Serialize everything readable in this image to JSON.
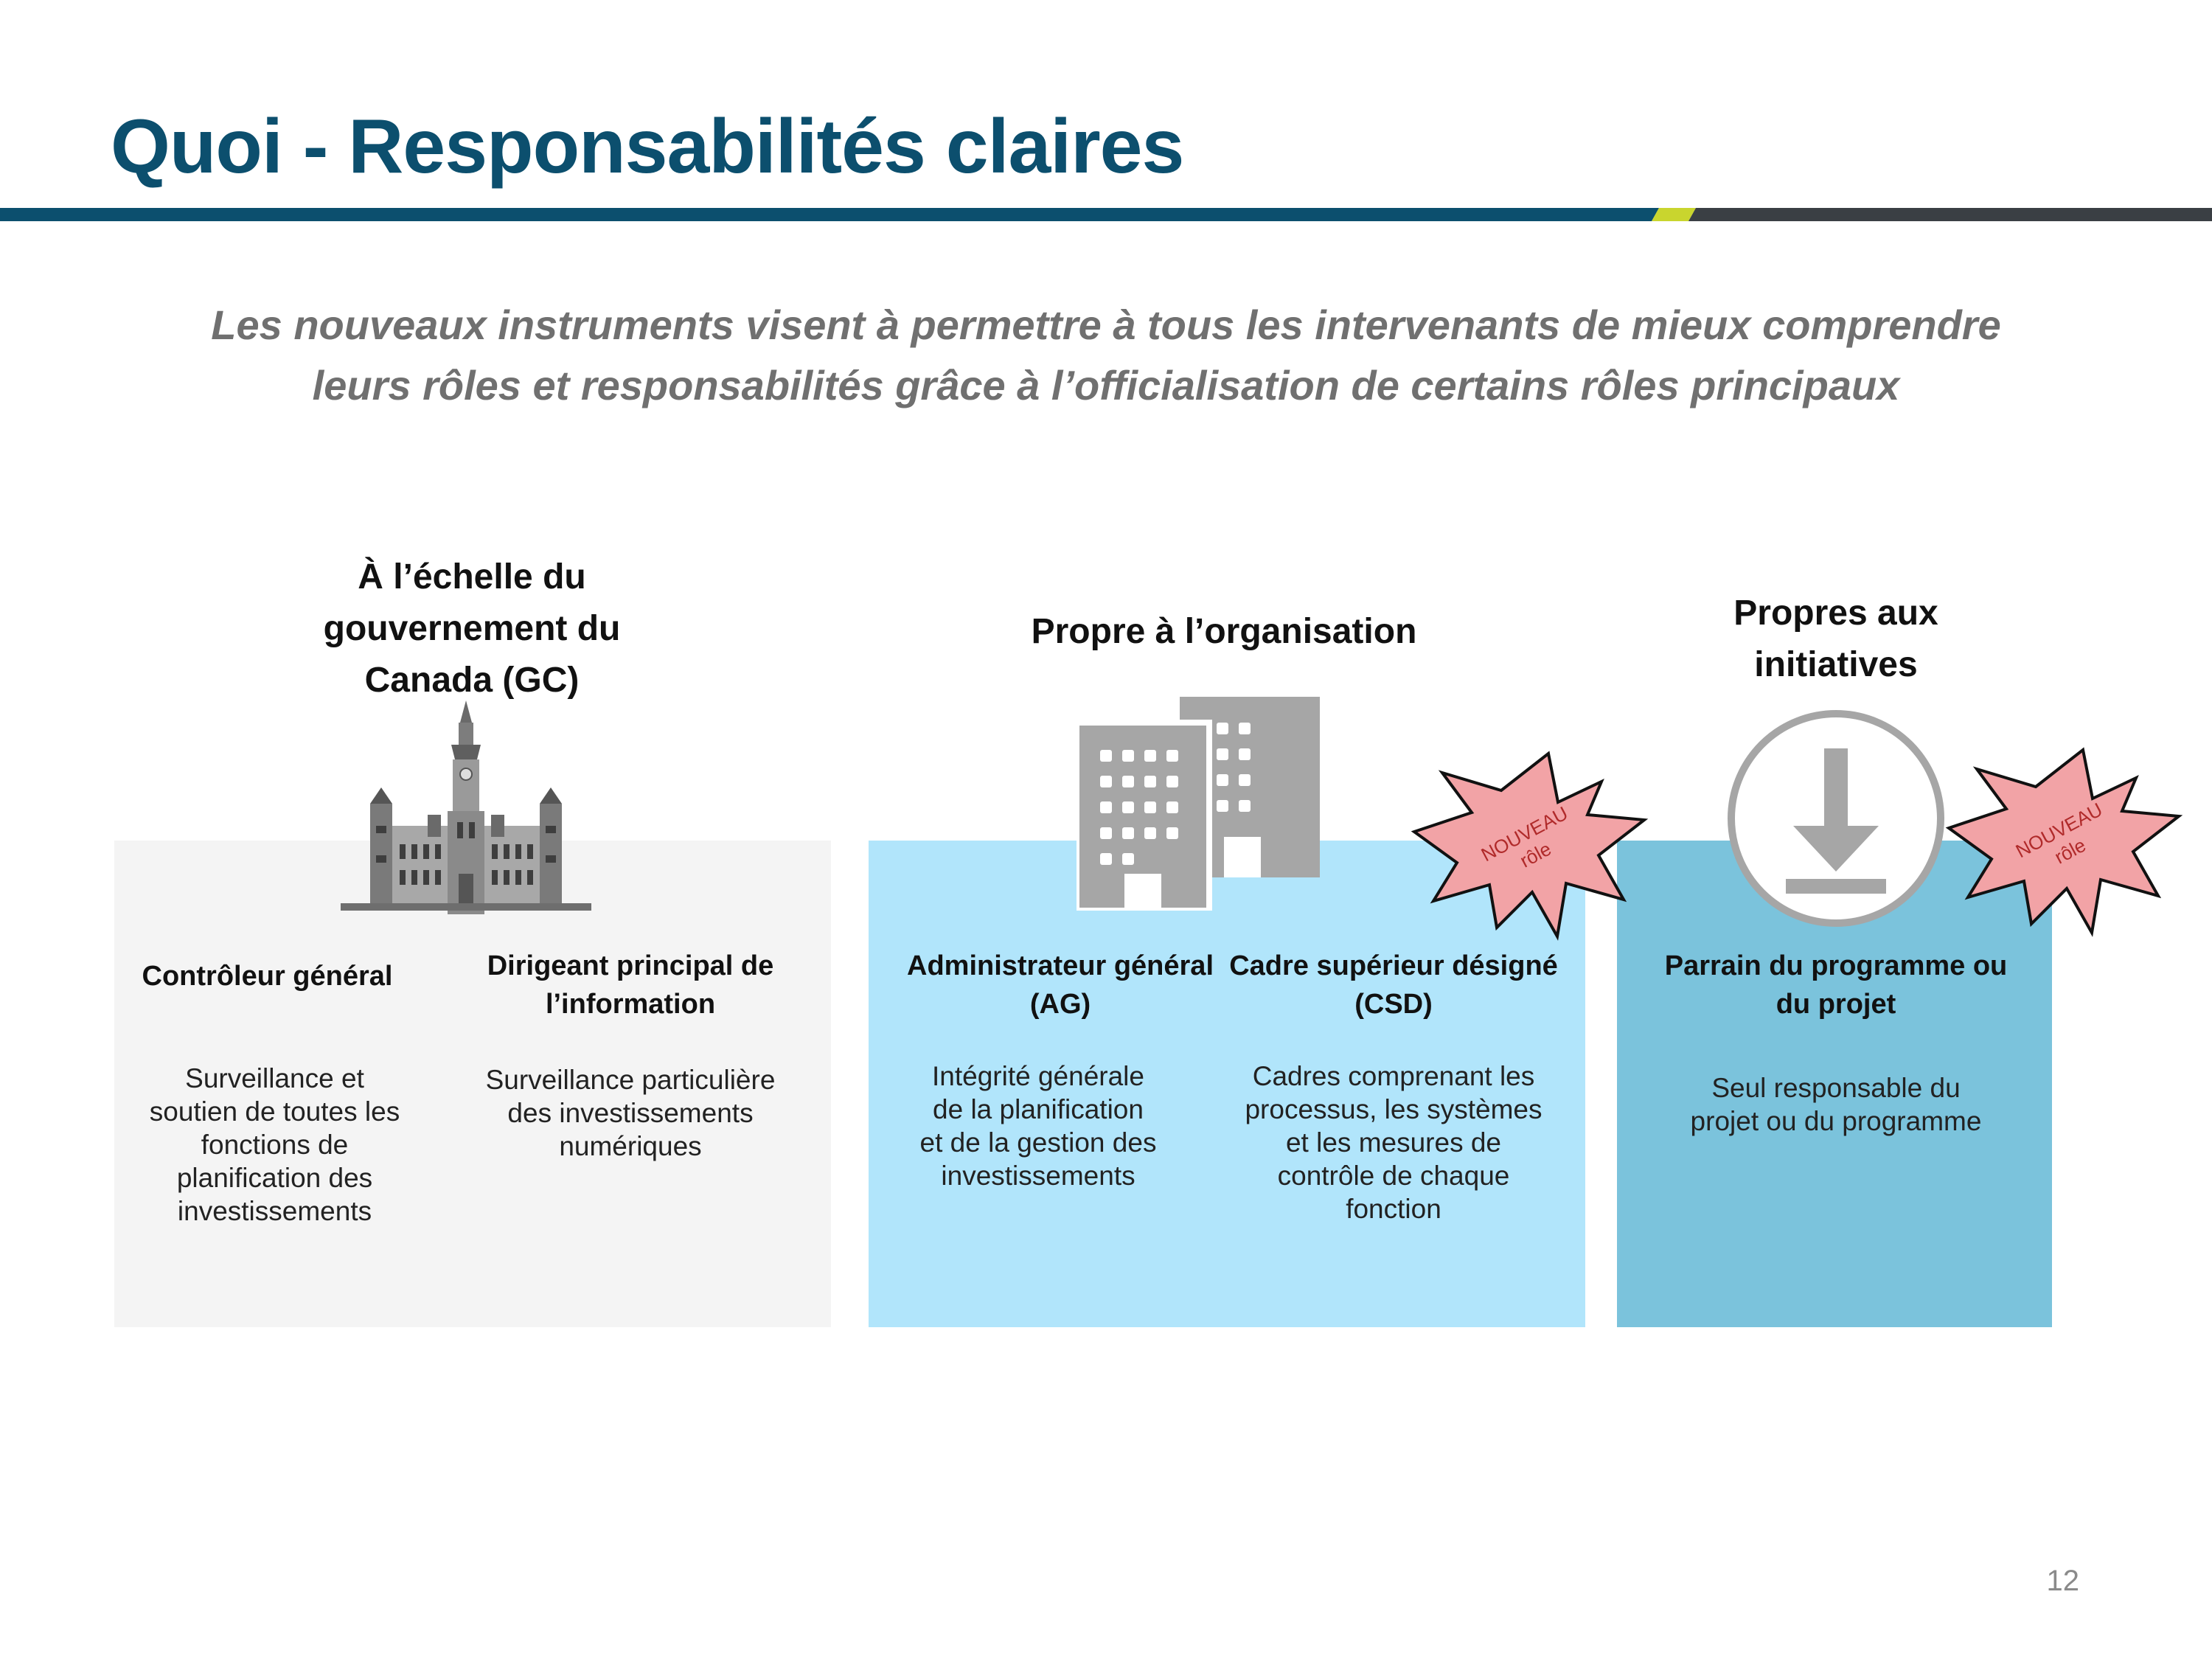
{
  "title": "Quoi - Responsabilités claires",
  "subtitle": {
    "line1": "Les nouveaux instruments visent à permettre à tous les intervenants de mieux comprendre",
    "line2": "leurs rôles et responsabilités grâce à l’officialisation de certains rôles principaux"
  },
  "colors": {
    "title": "#0c4f6e",
    "panel_gc": "#f4f4f4",
    "panel_org": "#b1e5fb",
    "panel_init": "#7bc3dc",
    "badge_fill": "#f2a3a6"
  },
  "sections": {
    "gc": {
      "heading": [
        "À l’échelle du",
        "gouvernement du",
        "Canada (GC)"
      ],
      "icon": "parliament-icon",
      "roles": [
        {
          "title": [
            "Contrôleur général"
          ],
          "description": [
            "Surveillance et",
            "soutien de toutes les",
            "fonctions de",
            "planification des",
            "investissements"
          ]
        },
        {
          "title": [
            "Dirigeant principal de",
            "l’information"
          ],
          "description": [
            "Surveillance particulière",
            "des investissements",
            "numériques"
          ]
        }
      ]
    },
    "org": {
      "heading": [
        "Propre à l’organisation"
      ],
      "icon": "office-building-icon",
      "roles": [
        {
          "title": [
            "Administrateur général",
            "(AG)"
          ],
          "description": [
            "Intégrité générale",
            "de la planification",
            "et de la gestion des",
            "investissements"
          ]
        },
        {
          "title": [
            "Cadre supérieur désigné",
            "(CSD)"
          ],
          "description": [
            "Cadres comprenant les",
            "processus, les systèmes",
            "et les mesures de",
            "contrôle de chaque",
            "fonction"
          ]
        }
      ]
    },
    "init": {
      "heading": [
        "Propres aux",
        "initiatives"
      ],
      "icon": "download-icon",
      "roles": [
        {
          "title": [
            "Parrain du programme ou",
            "du projet"
          ],
          "description": [
            "Seul responsable du",
            "projet ou du programme"
          ]
        }
      ]
    }
  },
  "badges": [
    {
      "line1": "NOUVEAU",
      "line2": "rôle"
    },
    {
      "line1": "NOUVEAU",
      "line2": "rôle"
    }
  ],
  "page_number": "12"
}
